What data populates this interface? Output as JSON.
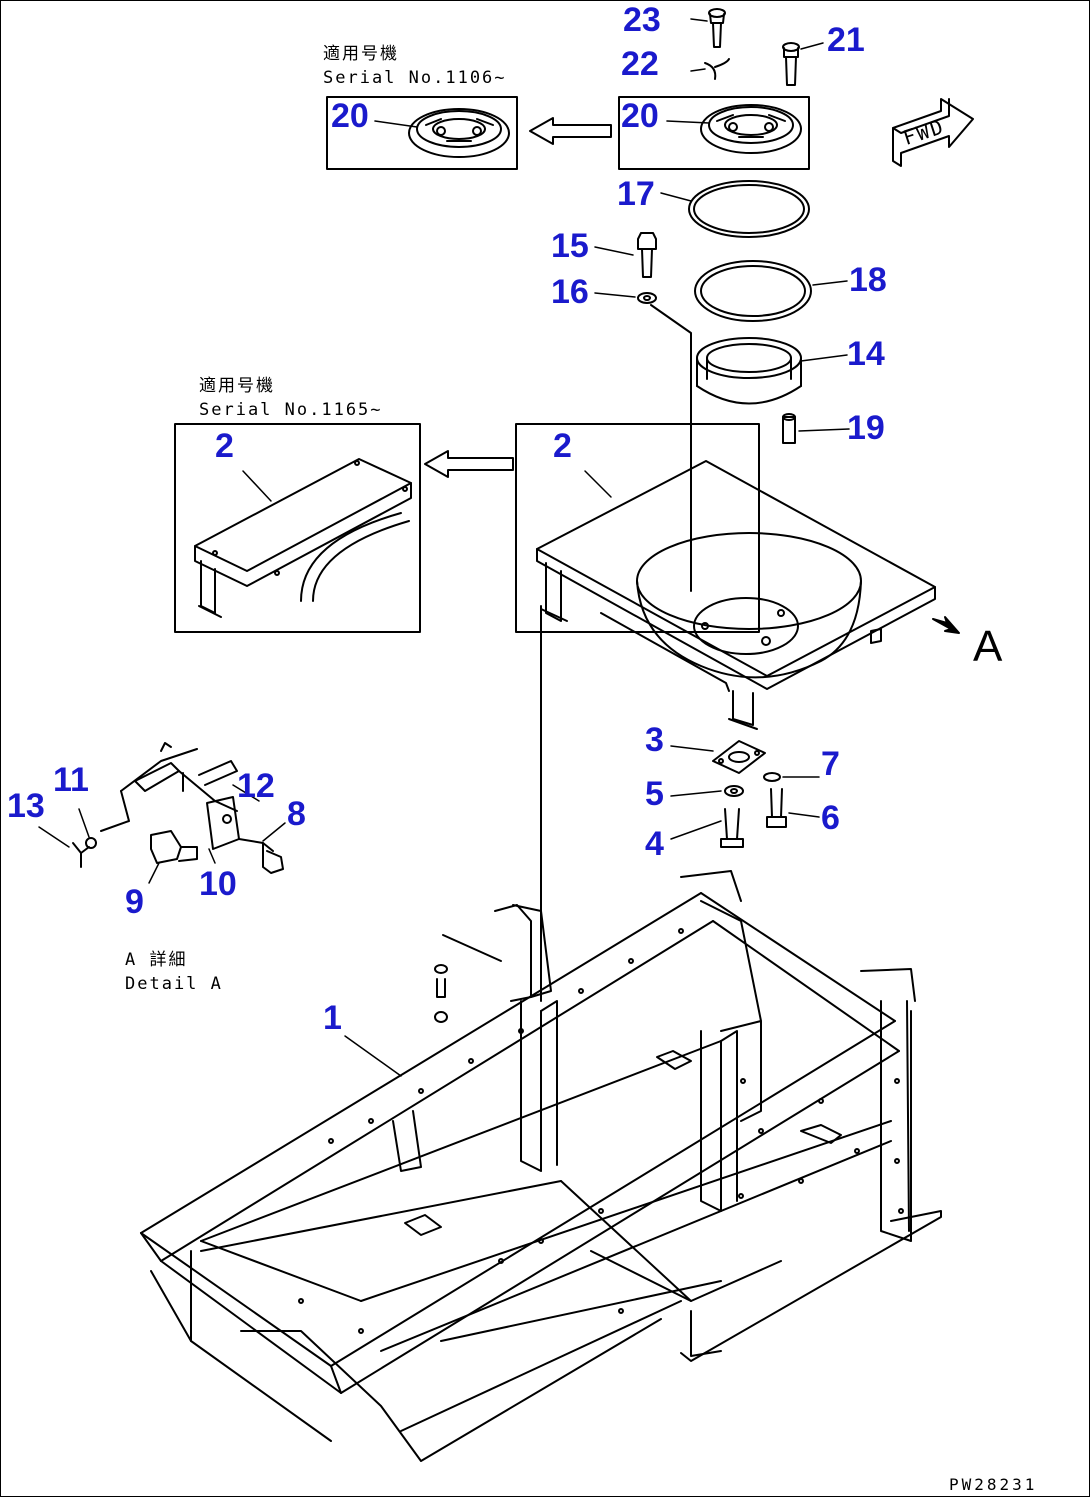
{
  "colors": {
    "callout": "#1a1acc",
    "line": "#000000"
  },
  "callouts": {
    "c1": "1",
    "c2a": "2",
    "c2b": "2",
    "c3": "3",
    "c4": "4",
    "c5": "5",
    "c6": "6",
    "c7": "7",
    "c8": "8",
    "c9": "9",
    "c10": "10",
    "c11": "11",
    "c12": "12",
    "c13": "13",
    "c14": "14",
    "c15": "15",
    "c16": "16",
    "c17": "17",
    "c18": "18",
    "c19": "19",
    "c20a": "20",
    "c20b": "20",
    "c21": "21",
    "c22": "22",
    "c23": "23"
  },
  "notes": {
    "serial_top_jp": "適用号機",
    "serial_top_en": "Serial No.1106~",
    "serial_mid_jp": "適用号機",
    "serial_mid_en": "Serial No.1165~",
    "detail_jp": "A 詳細",
    "detail_en": "Detail A",
    "fwd": "FWD",
    "view_letter": "A",
    "drawing_code": "PW28231"
  }
}
